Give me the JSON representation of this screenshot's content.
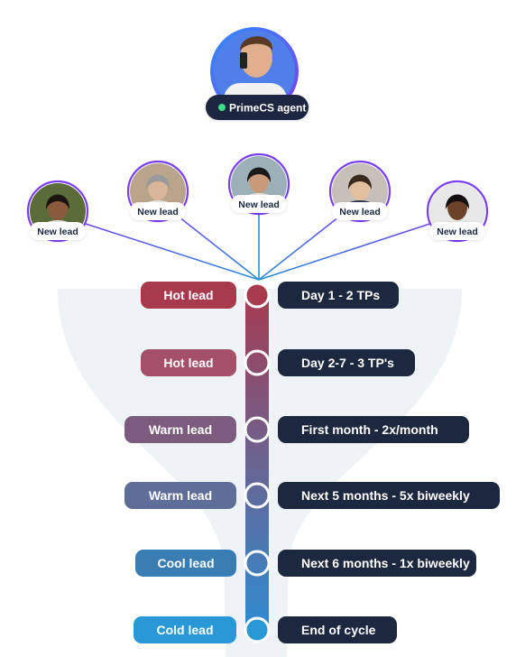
{
  "colors": {
    "funnel_bg": "#eef4f6",
    "navy": "#1c2740",
    "status_green": "#3ddc84",
    "connector_purple": "#7b3ff2",
    "connector_blue": "#2a8fd6",
    "track_top": "#a83a4e",
    "track_bottom": "#2a8fd6",
    "label_bg": "#ffffff"
  },
  "agent": {
    "label": "PrimeCS agent",
    "avatar_ring_top": "#2f8cff",
    "avatar_ring_bottom": "#7b3ff2",
    "status": "online"
  },
  "leads": [
    {
      "label": "New lead",
      "avatar": "avatar-photo"
    },
    {
      "label": "New lead",
      "avatar": "avatar-photo"
    },
    {
      "label": "New lead",
      "avatar": "avatar-photo"
    },
    {
      "label": "New lead",
      "avatar": "avatar-photo"
    },
    {
      "label": "New lead",
      "avatar": "avatar-photo"
    }
  ],
  "stages": [
    {
      "status": "Hot lead",
      "schedule": "Day 1 - 2 TPs",
      "color": "#a83a4e",
      "active": true
    },
    {
      "status": "Hot lead",
      "schedule": "Day 2-7 - 3 TP's",
      "color": "#a45068",
      "active": false
    },
    {
      "status": "Warm lead",
      "schedule": "First month - 2x/month",
      "color": "#7c5c7e",
      "active": false
    },
    {
      "status": "Warm lead",
      "schedule": "Next 5 months - 5x biweekly",
      "color": "#5e6e98",
      "active": false
    },
    {
      "status": "Cool lead",
      "schedule": "Next 6 months - 1x biweekly",
      "color": "#3a7db2",
      "active": false
    },
    {
      "status": "Cold lead",
      "schedule": "End of cycle",
      "color": "#2a98d6",
      "active": true
    }
  ]
}
